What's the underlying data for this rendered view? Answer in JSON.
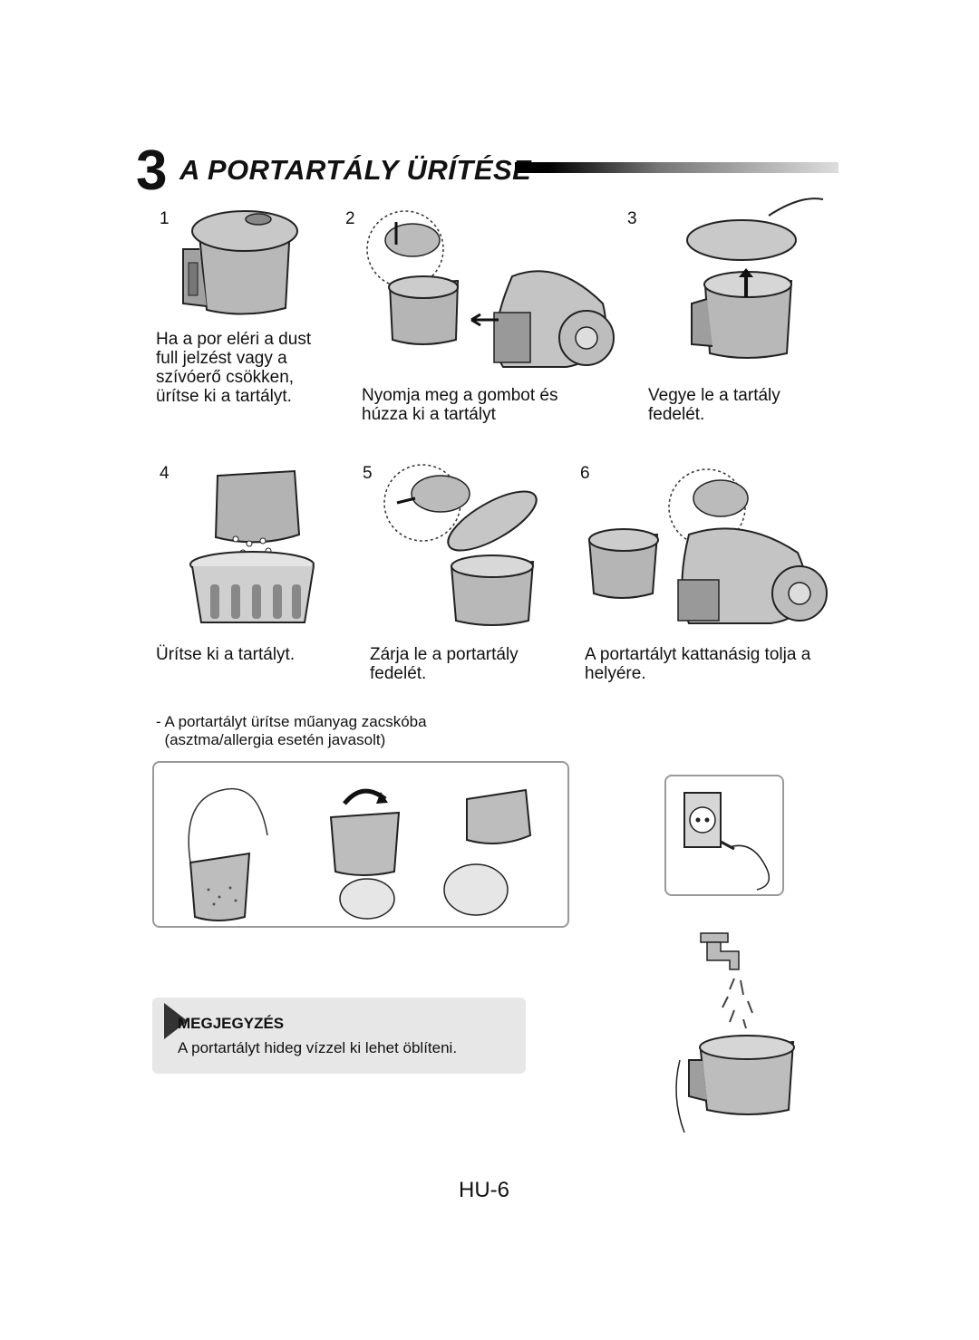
{
  "section": {
    "number": "3",
    "title": "A PORTARTÁLY ÜRÍTÉSE"
  },
  "steps": [
    {
      "num": "1",
      "caption": "Ha a por eléri a dust\nfull jelzést vagy a\nszívóerő csökken,\nürítse ki a tartályt.",
      "icon": "dust-container-icon"
    },
    {
      "num": "2",
      "caption": "Nyomja meg a gombot és\nhúzza ki a tartályt",
      "icon": "vacuum-release-icon"
    },
    {
      "num": "3",
      "caption": "Vegye le a tartály\nfedelét.",
      "icon": "lid-remove-icon"
    },
    {
      "num": "4",
      "caption": "Ürítse ki a tartályt.",
      "icon": "empty-bin-icon"
    },
    {
      "num": "5",
      "caption": "Zárja le a portartály\nfedelét.",
      "icon": "lid-close-icon"
    },
    {
      "num": "6",
      "caption": "A portartályt kattanásig tolja a\nhelyére.",
      "icon": "container-insert-icon"
    }
  ],
  "bag_note": "- A portartályt ürítse műanyag zacskóba\n  (asztma/allergia esetén javasolt)",
  "note": {
    "title": "MEGJEGYZÉS",
    "text": "A portartályt hideg vízzel ki lehet öblíteni."
  },
  "page_number": "HU-6"
}
